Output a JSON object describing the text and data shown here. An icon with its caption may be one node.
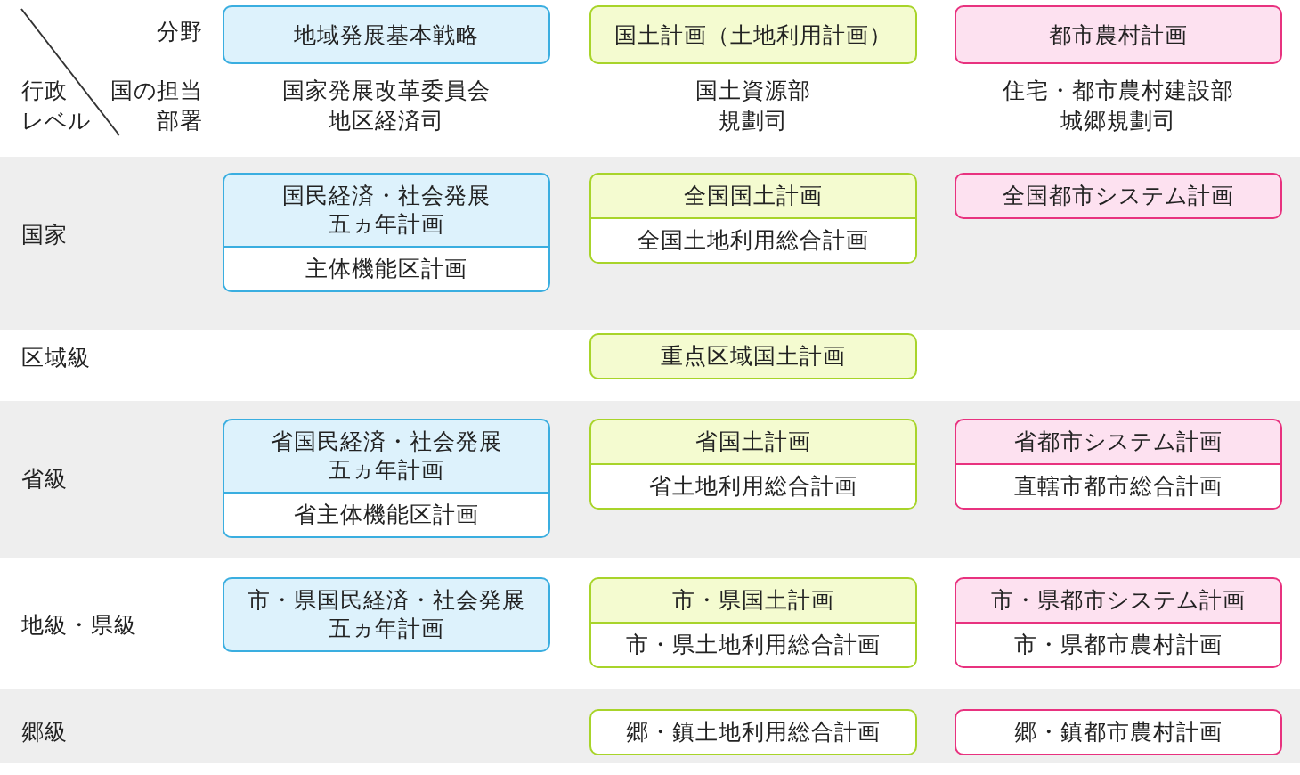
{
  "diagram": {
    "nodes": [
      {
        "text": [
          "地域発展基本戦略"
        ]
      },
      {
        "text": [
          "国土計画（土地利用計画）"
        ]
      },
      {
        "text": [
          "都市農村計画"
        ]
      },
      {
        "text": [
          "国民経済・社会発展五ヵ年計画",
          "主体機能区計画"
        ]
      },
      {
        "text": [
          "全国国土計画",
          "全国土地利用総合計画"
        ]
      },
      {
        "text": [
          "全国都市システム計画"
        ]
      },
      {
        "text": [
          "重点区域国土計画"
        ]
      },
      {
        "text": [
          "省国民経済・社会発展五ヵ年計画",
          "省主体機能区計画"
        ]
      },
      {
        "text": [
          "省国土計画",
          "省土地利用総合計画"
        ]
      },
      {
        "text": [
          "省都市システム計画",
          "直轄市都市総合計画"
        ]
      },
      {
        "text": [
          "市・県国民経済・社会発展五ヵ年計画"
        ]
      },
      {
        "text": [
          "市・県国土計画",
          "市・県土地利用総合計画"
        ]
      },
      {
        "text": [
          "市・県都市システム計画",
          "市・県都市農村計画"
        ]
      },
      {
        "text": [
          "郷・鎮土地利用総合計画"
        ]
      },
      {
        "text": [
          "郷・鎮都市農村計画"
        ]
      }
    ],
    "labels": [
      "分野",
      "行政レベル",
      "国の担当部署",
      "国家発展改革委員会地区経済司",
      "国土資源部規劃司",
      "住宅・都市農村建設部城郷規劃司",
      "国家",
      "区域級",
      "省級",
      "地級・県級",
      "郷級"
    ]
  }
}
